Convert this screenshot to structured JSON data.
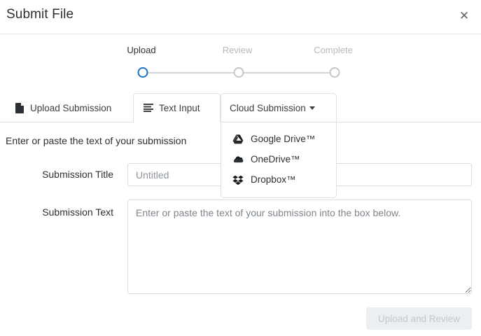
{
  "header": {
    "title": "Submit File",
    "close_label": "✕"
  },
  "stepper": {
    "steps": [
      {
        "label": "Upload",
        "state": "active"
      },
      {
        "label": "Review",
        "state": "inactive"
      },
      {
        "label": "Complete",
        "state": "inactive"
      }
    ]
  },
  "tabs": [
    {
      "label": "Upload Submission",
      "icon": "file-icon",
      "state": "inactive"
    },
    {
      "label": "Text Input",
      "icon": "list-icon",
      "state": "active"
    }
  ],
  "cloud_dropdown": {
    "tab_label": "Cloud Submission",
    "expanded": true,
    "items": [
      {
        "label": "Google Drive™",
        "icon": "google-drive-icon"
      },
      {
        "label": "OneDrive™",
        "icon": "onedrive-icon"
      },
      {
        "label": "Dropbox™",
        "icon": "dropbox-icon"
      }
    ]
  },
  "form": {
    "instruction": "Enter or paste the text of your submission",
    "title_label": "Submission Title",
    "title_placeholder": "Untitled",
    "title_value": "",
    "text_label": "Submission Text",
    "text_placeholder": "Enter or paste the text of your submission into the box below.",
    "text_value": ""
  },
  "footer": {
    "submit_label": "Upload and Review",
    "submit_disabled": true
  },
  "colors": {
    "accent": "#1a73c7",
    "border": "#dfe2e5",
    "text": "#2c2f33",
    "muted": "#b6bbc0",
    "disabled_bg": "#eceff1"
  }
}
